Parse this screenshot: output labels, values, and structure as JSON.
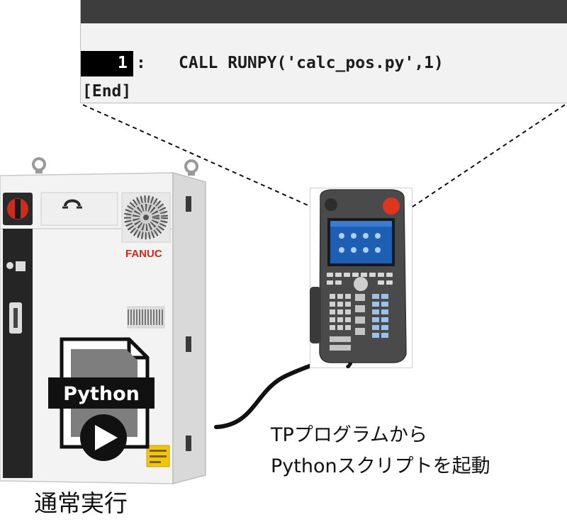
{
  "program": {
    "line_number": "1",
    "line_colon": ":",
    "line_code": "CALL RUNPY('calc_pos.py',1)",
    "end_marker": "[End]"
  },
  "controller": {
    "brand": "FANUC"
  },
  "python_file": {
    "label": "Python"
  },
  "labels": {
    "tp_line1": "TPプログラムから",
    "tp_line2": "Pythonスクリプトを起動",
    "normal_run": "通常実行"
  },
  "colors": {
    "title_bar": "#3d3d3d",
    "panel_bg": "#f2f2f2",
    "fanuc_red": "#d6261c",
    "screen_blue": "#1f5fb3",
    "estop_red": "#e0341d"
  },
  "icons": [
    "play-icon",
    "document-icon",
    "estop-button-icon"
  ]
}
